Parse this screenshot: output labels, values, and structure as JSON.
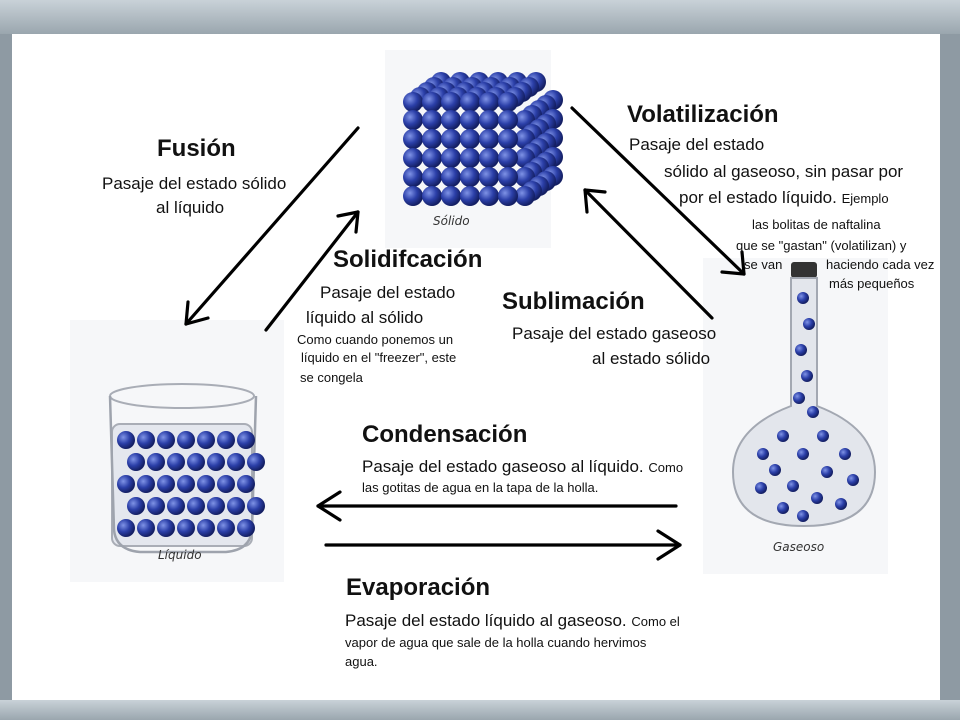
{
  "images": {
    "solid_caption": "Sólido",
    "liquid_caption": "Líquido",
    "gas_caption": "Gaseoso"
  },
  "fusion": {
    "title": "Fusión",
    "lines": [
      "Pasaje del estado sólido",
      "al líquido"
    ]
  },
  "solidification": {
    "title": "Solidifcación",
    "lines": [
      "Pasaje del estado",
      "líquido al sólido"
    ],
    "example": [
      "Como cuando ponemos un",
      "líquido en el \"freezer\", este",
      "se congela"
    ]
  },
  "volatilization": {
    "title": "Volatilización",
    "lines": [
      "Pasaje del estado",
      "sólido al gaseoso, sin pasar por",
      "por el estado líquido."
    ],
    "example_word": "Ejemplo",
    "example": [
      "las bolitas de naftalina",
      "que se \"gastan\" (volatilizan) y",
      "se van",
      "haciendo cada vez",
      "más pequeños"
    ]
  },
  "sublimation": {
    "title": "Sublimación",
    "lines": [
      "Pasaje del estado gaseoso",
      "al estado sólido"
    ]
  },
  "condensation": {
    "title": "Condensación",
    "line": "Pasaje del estado gaseoso al líquido.",
    "example_inline": "Como",
    "example_next": "las gotitas de agua en la tapa de la holla."
  },
  "evaporation": {
    "title": "Evaporación",
    "line": "Pasaje del estado líquido al gaseoso.",
    "example_inline": "Como el",
    "example_next": [
      "vapor de agua que sale de la holla cuando hervimos",
      "agua."
    ]
  },
  "colors": {
    "sphere": "#2b3fa8",
    "sphere_light": "#7f93e6",
    "arrow": "#000000",
    "glass": "#d9dde4"
  }
}
